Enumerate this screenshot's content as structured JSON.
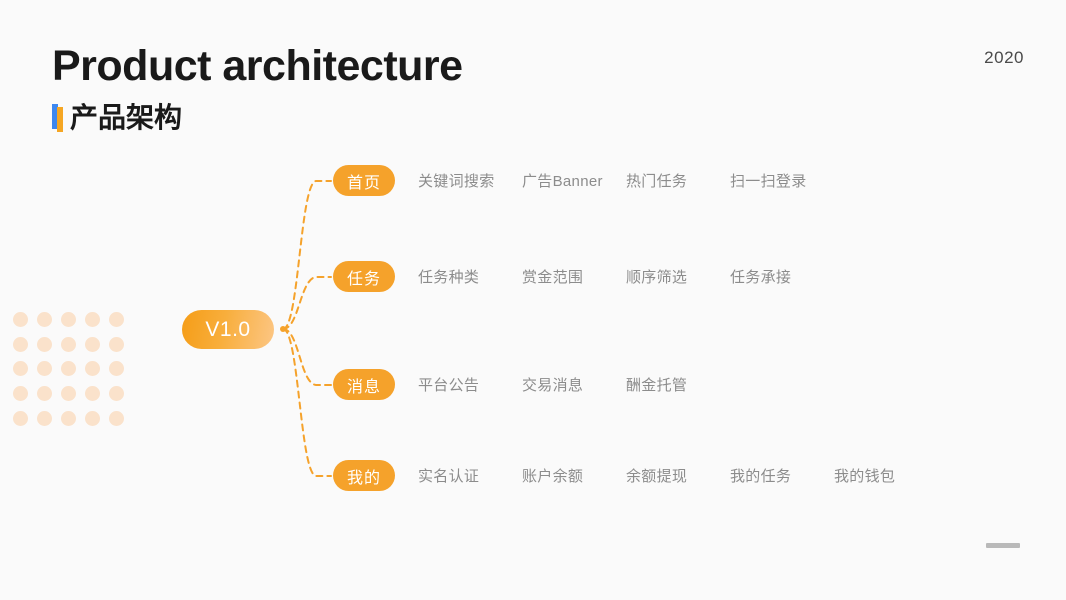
{
  "slide": {
    "background_color": "#fafafa",
    "title": "Product architecture",
    "subtitle": "产品架构",
    "year": "2020",
    "accent_orange": "#f5a22b",
    "accent_blue": "#3d87f0",
    "dot_color": "#fae2cb",
    "leaf_text_color": "#8c8c8c"
  },
  "diagram": {
    "root": {
      "label": "V1.0"
    },
    "branches": [
      {
        "label": "首页",
        "leaves": [
          "关键词搜索",
          "广告Banner",
          "热门任务",
          "扫一扫登录"
        ]
      },
      {
        "label": "任务",
        "leaves": [
          "任务种类",
          "赏金范围",
          "顺序筛选",
          "任务承接"
        ]
      },
      {
        "label": "消息",
        "leaves": [
          "平台公告",
          "交易消息",
          "酬金托管"
        ]
      },
      {
        "label": "我的",
        "leaves": [
          "实名认证",
          "账户余额",
          "余额提现",
          "我的任务",
          "我的钱包"
        ]
      }
    ]
  },
  "footer": {
    "progress_mark": ""
  }
}
